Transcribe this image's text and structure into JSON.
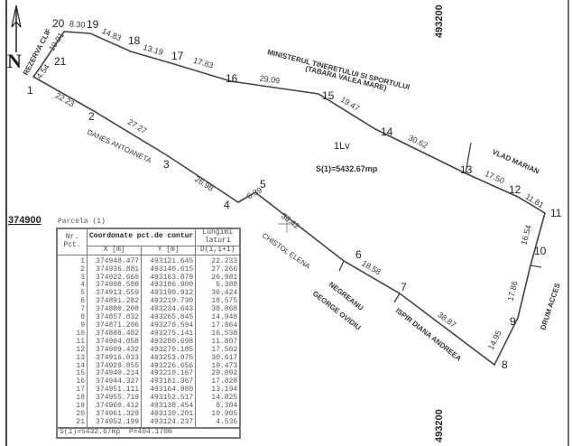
{
  "north_label": "N",
  "grid_labels": {
    "top": "493200",
    "bottom": "493200",
    "left": "374900"
  },
  "parcel": {
    "name": "1Lv",
    "area_label": "S(1)=5432.67mp"
  },
  "points": [
    "1",
    "2",
    "3",
    "4",
    "5",
    "6",
    "7",
    "8",
    "9",
    "10",
    "11",
    "12",
    "13",
    "14",
    "15",
    "16",
    "17",
    "18",
    "19",
    "20",
    "21"
  ],
  "edge_lengths": [
    "22.23",
    "27.27",
    "26.98",
    "6.39",
    "36.42",
    "18.58",
    "38.87",
    "14.95",
    "17.86",
    "16.54",
    "11.81",
    "17.50",
    "30.62",
    "19.47",
    "29.09",
    "17.83",
    "13.19",
    "14.83",
    "8.30",
    "10.91",
    "4.54"
  ],
  "neighbors": {
    "north": "MINISTERUL TINERETULUI SI SPORTULUI",
    "north2": "(TABARA VALEA MARE)",
    "west": "REZERVA CLIF",
    "sw": "DANES ANTOANETA",
    "ne": "VLAD MARIAN",
    "s1": "CHISTOL ELENA",
    "s2a": "NEGREANU",
    "s2b": "GEORGE OVIDIU",
    "s3": "ISPIR DIANA ANDREEA",
    "east": "DRUM ACCES"
  },
  "table": {
    "caption": "Parcela (1)",
    "h_nr": "Nr. Pct.",
    "h_coord": "Coordonate pct.de contur",
    "h_x": "X [m]",
    "h_y": "Y [m]",
    "h_len1": "Lungimi laturi",
    "h_len2": "D(i,i+1)",
    "rows": [
      [
        "1",
        "374948.477",
        "493121.645",
        "22.233"
      ],
      [
        "2",
        "374936.881",
        "493140.615",
        "27.266"
      ],
      [
        "3",
        "374922.660",
        "493163.879",
        "26.981"
      ],
      [
        "4",
        "374908.588",
        "493186.900",
        "6.388"
      ],
      [
        "5",
        "374913.559",
        "493190.912",
        "36.424"
      ],
      [
        "6",
        "374891.282",
        "493219.730",
        "18.575"
      ],
      [
        "7",
        "374880.208",
        "493234.643",
        "38.868"
      ],
      [
        "8",
        "374857.032",
        "493265.845",
        "14.948"
      ],
      [
        "9",
        "374871.206",
        "493270.594",
        "17.864"
      ],
      [
        "10",
        "374888.482",
        "493275.141",
        "16.538"
      ],
      [
        "11",
        "374904.058",
        "493280.698",
        "11.807"
      ],
      [
        "12",
        "374909.432",
        "493270.185",
        "17.502"
      ],
      [
        "13",
        "374916.033",
        "493253.975",
        "30.617"
      ],
      [
        "14",
        "374929.855",
        "493226.656",
        "19.473"
      ],
      [
        "15",
        "374940.214",
        "493210.167",
        "29.092"
      ],
      [
        "16",
        "374944.327",
        "493181.367",
        "17.828"
      ],
      [
        "17",
        "374951.111",
        "493164.880",
        "13.194"
      ],
      [
        "18",
        "374955.719",
        "493152.517",
        "14.825"
      ],
      [
        "19",
        "374960.412",
        "493138.454",
        "8.304"
      ],
      [
        "20",
        "374961.329",
        "493130.201",
        "10.905"
      ],
      [
        "21",
        "374952.199",
        "493124.237",
        "4.536"
      ]
    ],
    "footer_area": "S(1)=5432.67mp",
    "footer_perimeter": "P=404.170m"
  }
}
